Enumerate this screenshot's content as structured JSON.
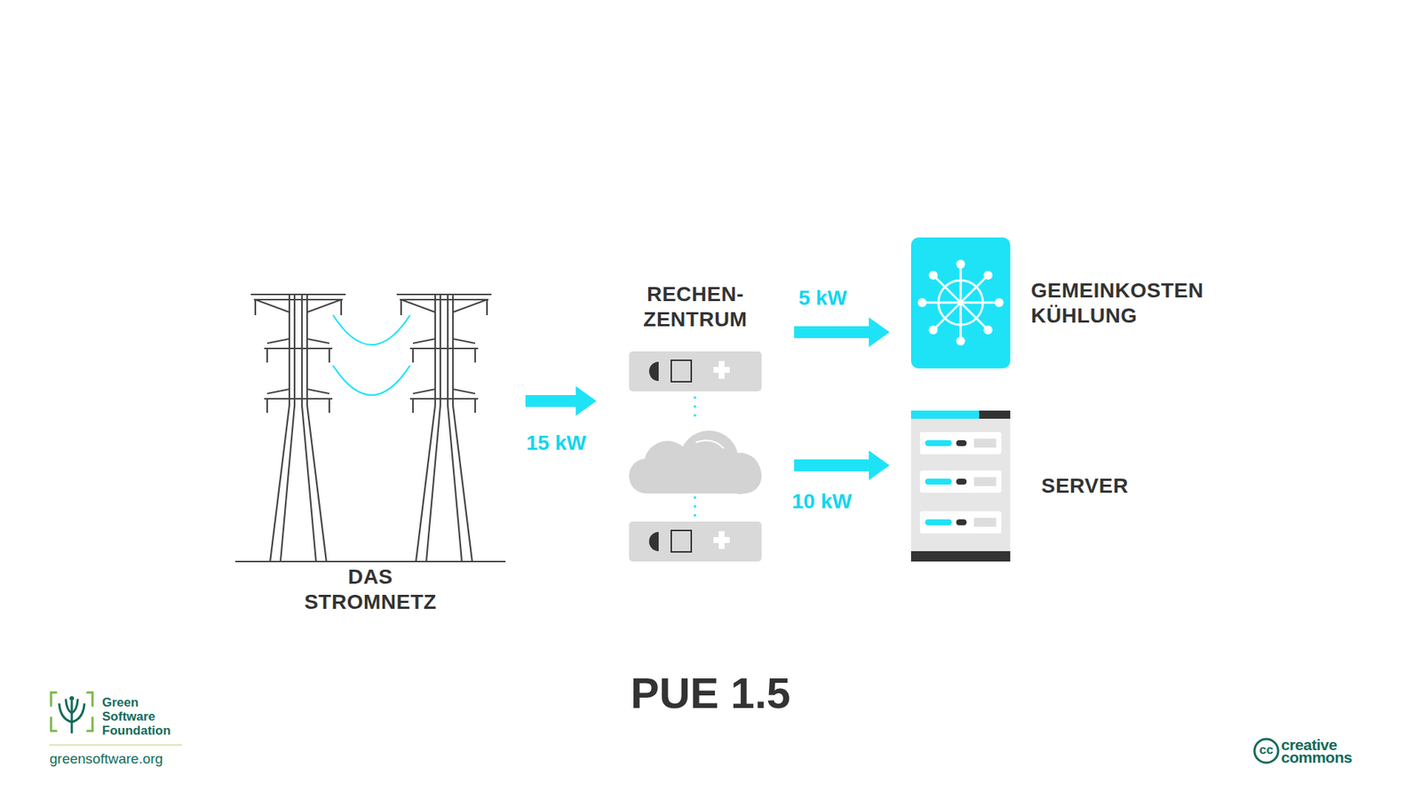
{
  "diagram": {
    "caption": "PUE 1.5",
    "nodes": [
      {
        "text": [
          "DAS STROMNETZ"
        ]
      },
      {
        "text": [
          "RECHEN- ZENTRUM"
        ]
      },
      {
        "text": [
          "GEMEINKOSTEN KÜHLUNG"
        ]
      },
      {
        "text": [
          "SERVER"
        ]
      }
    ],
    "edges": [
      {
        "from": 0,
        "to": 1,
        "label": "15 kW",
        "arrow": "to"
      },
      {
        "from": 1,
        "to": 2,
        "label": "5 kW",
        "arrow": "to"
      },
      {
        "from": 1,
        "to": 3,
        "label": "10 kW",
        "arrow": "to"
      }
    ],
    "labels": [
      "Green Software Foundation",
      "greensoftware.org",
      "cc",
      "creative commons"
    ]
  }
}
